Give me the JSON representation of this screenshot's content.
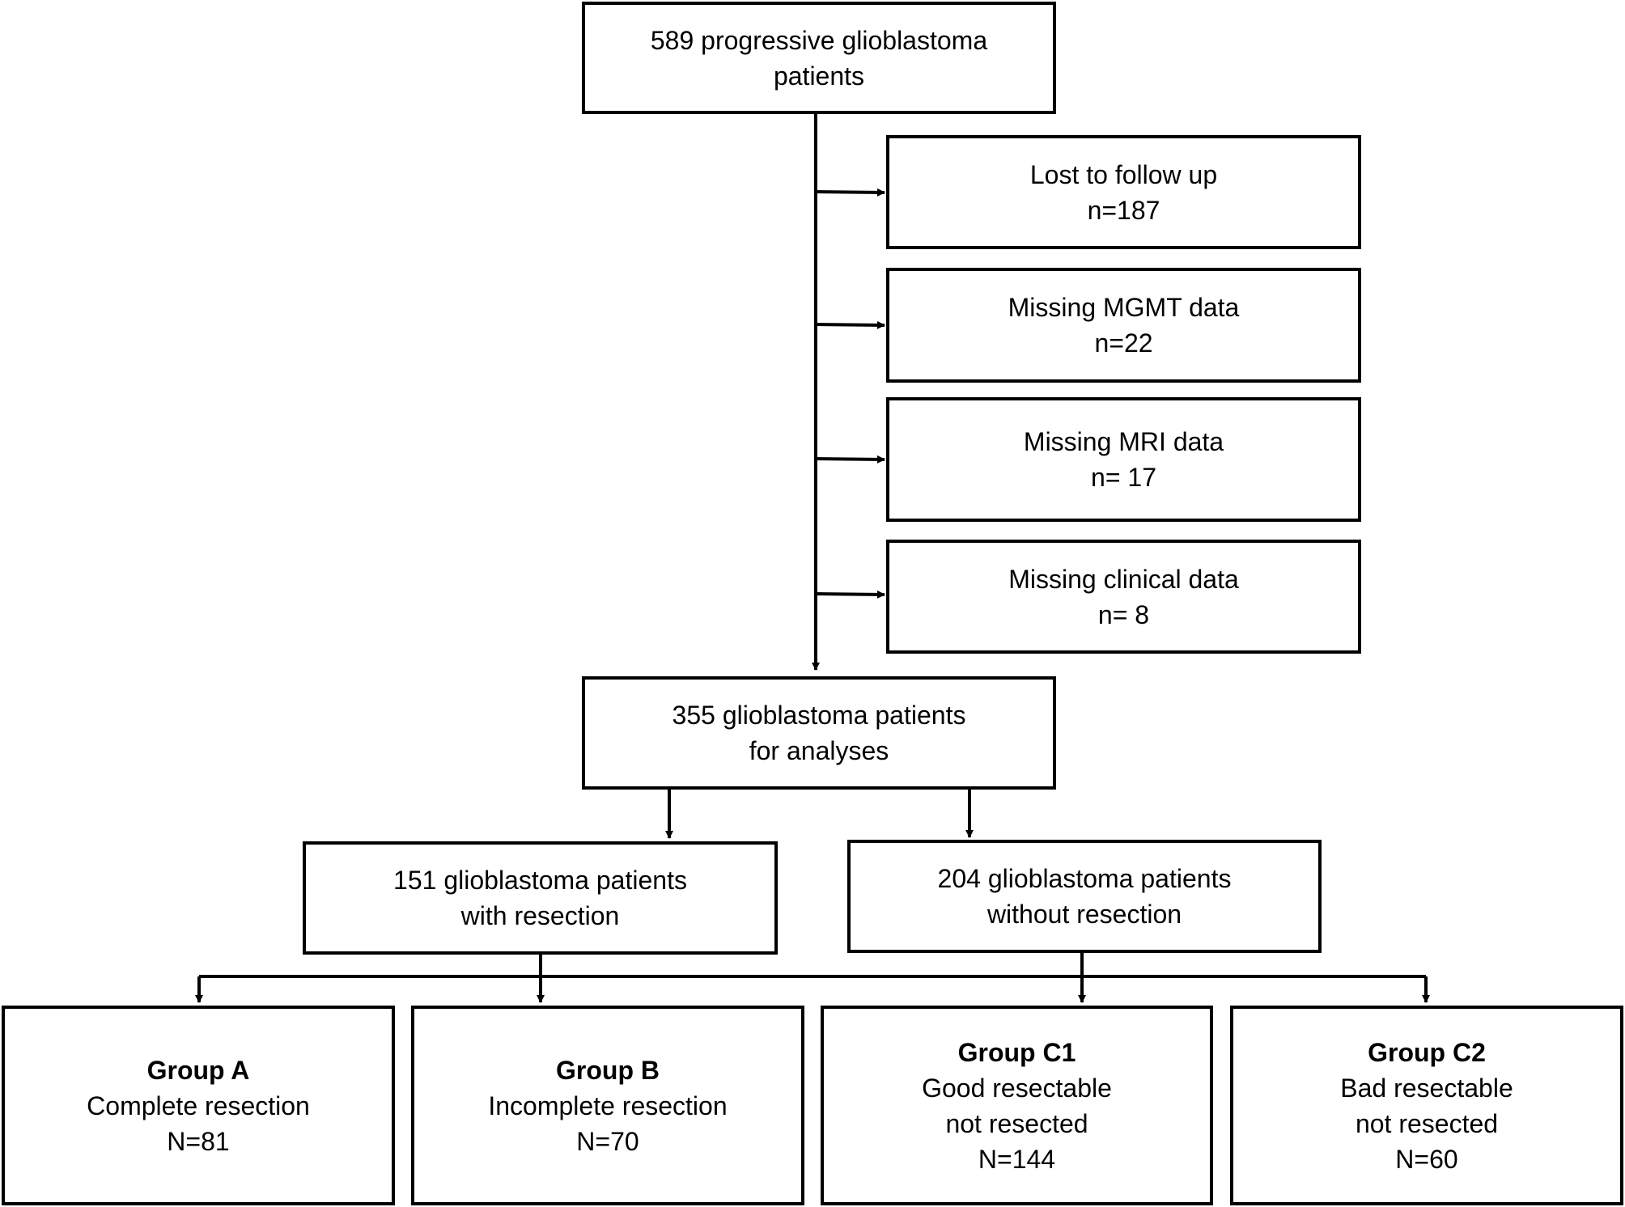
{
  "boxes": {
    "start": {
      "line1": "589 progressive glioblastoma",
      "line2": "patients"
    },
    "lost": {
      "line1": "Lost to follow up",
      "line2": "n=187"
    },
    "mgmt": {
      "line1": "Missing MGMT data",
      "line2": "n=22"
    },
    "mri": {
      "line1": "Missing MRI data",
      "line2": "n= 17"
    },
    "clinical": {
      "line1": "Missing clinical data",
      "line2": "n= 8"
    },
    "analyses": {
      "line1": "355 glioblastoma patients",
      "line2": "for analyses"
    },
    "with_resection": {
      "line1": "151 glioblastoma patients",
      "line2": "with resection"
    },
    "without_resection": {
      "line1": "204 glioblastoma patients",
      "line2": "without resection"
    },
    "group_a": {
      "title": "Group A",
      "line1": "Complete resection",
      "line2": "N=81"
    },
    "group_b": {
      "title": "Group B",
      "line1": "Incomplete resection",
      "line2": "N=70"
    },
    "group_c1": {
      "title": "Group C1",
      "line1": "Good resectable",
      "line2": "not resected",
      "line3": "N=144"
    },
    "group_c2": {
      "title": "Group C2",
      "line1": "Bad resectable",
      "line2": "not resected",
      "line3": "N=60"
    }
  }
}
